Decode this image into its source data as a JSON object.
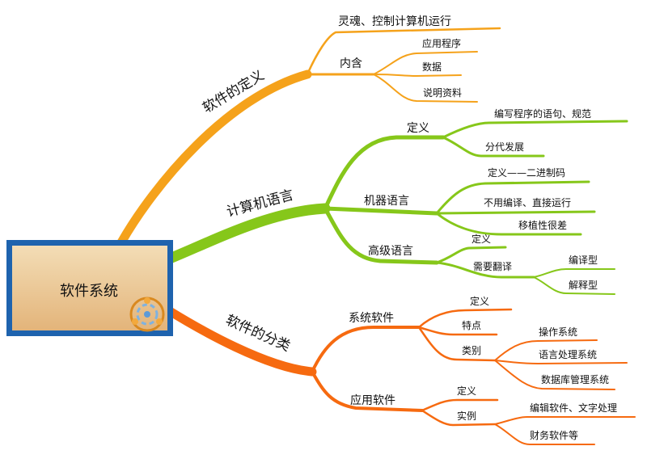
{
  "colors": {
    "orange": "#F5A21B",
    "green": "#86C71A",
    "red_orange": "#F66A10",
    "frame_blue": "#1E63AE",
    "card_fill": "#E9C48E"
  },
  "center": {
    "label": "软件系统",
    "icon": "mindmap-logo-icon"
  },
  "branches": {
    "definition": {
      "label": "软件的定义",
      "soul": "灵魂、控制计算机运行",
      "content": {
        "label": "内含",
        "items": [
          "应用程序",
          "数据",
          "说明资料"
        ]
      }
    },
    "language": {
      "label": "计算机语言",
      "definition": {
        "label": "定义",
        "items": [
          "编写程序的语句、规范",
          "分代发展"
        ]
      },
      "machine": {
        "label": "机器语言",
        "items": [
          "定义——二进制码",
          "不用编译、直接运行",
          "移植性很差"
        ]
      },
      "high": {
        "label": "高级语言",
        "def": "定义",
        "translate": {
          "label": "需要翻译",
          "items": [
            "编译型",
            "解释型"
          ]
        }
      }
    },
    "classification": {
      "label": "软件的分类",
      "system": {
        "label": "系统软件",
        "def": "定义",
        "features": "特点",
        "categories": {
          "label": "类别",
          "items": [
            "操作系统",
            "语言处理系统",
            "数据库管理系统"
          ]
        }
      },
      "application": {
        "label": "应用软件",
        "def": "定义",
        "examples": {
          "label": "实例",
          "items": [
            "编辑软件、文字处理",
            "财务软件等"
          ]
        }
      }
    }
  }
}
